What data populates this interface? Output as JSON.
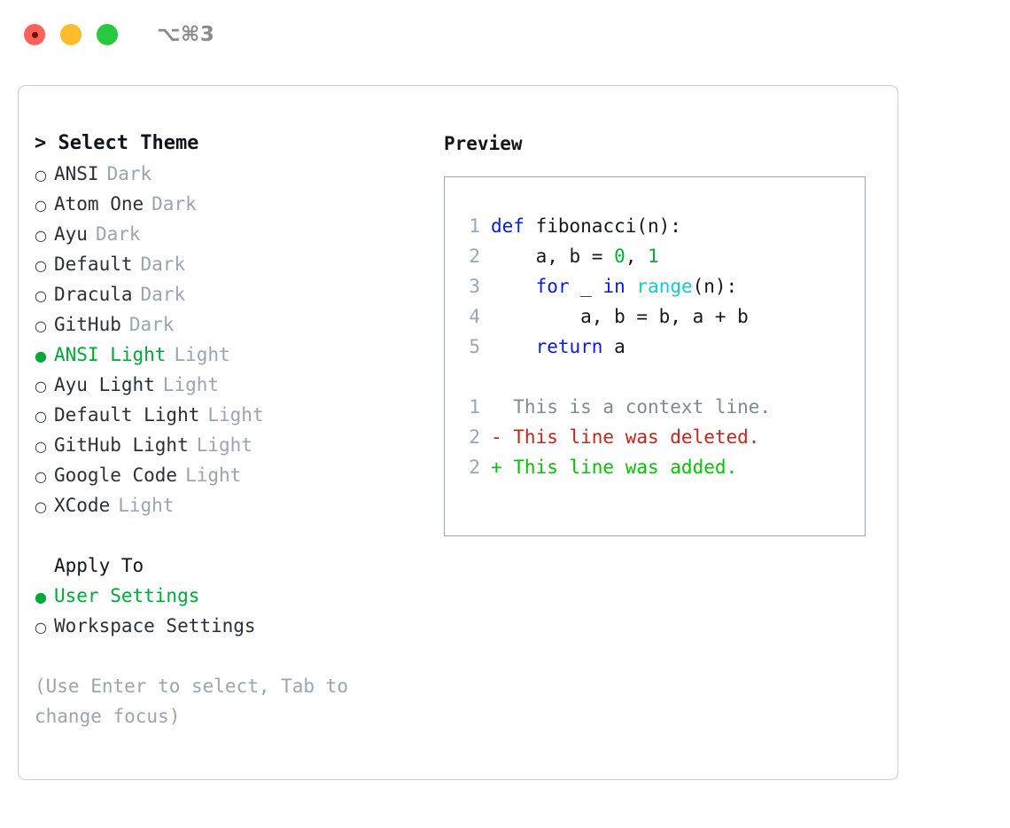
{
  "titlebar": {
    "lights": [
      "close-red",
      "minimize-yellow",
      "maximize-green"
    ],
    "shortcut": "⌥⌘3"
  },
  "theme_picker": {
    "header": "> Select Theme",
    "options": [
      {
        "bullet": "○",
        "label": "ANSI",
        "kind": "Dark",
        "selected": false
      },
      {
        "bullet": "○",
        "label": "Atom One",
        "kind": "Dark",
        "selected": false
      },
      {
        "bullet": "○",
        "label": "Ayu",
        "kind": "Dark",
        "selected": false
      },
      {
        "bullet": "○",
        "label": "Default",
        "kind": "Dark",
        "selected": false
      },
      {
        "bullet": "○",
        "label": "Dracula",
        "kind": "Dark",
        "selected": false
      },
      {
        "bullet": "○",
        "label": "GitHub",
        "kind": "Dark",
        "selected": false
      },
      {
        "bullet": "●",
        "label": "ANSI Light",
        "kind": "Light",
        "selected": true
      },
      {
        "bullet": "○",
        "label": "Ayu Light",
        "kind": "Light",
        "selected": false
      },
      {
        "bullet": "○",
        "label": "Default Light",
        "kind": "Light",
        "selected": false
      },
      {
        "bullet": "○",
        "label": "GitHub Light",
        "kind": "Light",
        "selected": false
      },
      {
        "bullet": "○",
        "label": "Google Code",
        "kind": "Light",
        "selected": false
      },
      {
        "bullet": "○",
        "label": "XCode",
        "kind": "Light",
        "selected": false
      }
    ]
  },
  "apply_to": {
    "header": "Apply To",
    "options": [
      {
        "bullet": "●",
        "label": "User Settings",
        "selected": true
      },
      {
        "bullet": "○",
        "label": "Workspace Settings",
        "selected": false
      }
    ]
  },
  "hint": "(Use Enter to select, Tab to change focus)",
  "preview": {
    "title": "Preview",
    "code_lines": [
      {
        "num": "1",
        "tokens": [
          {
            "t": "def",
            "c": "kw"
          },
          {
            "t": " fibonacci(n):",
            "c": "plain"
          }
        ]
      },
      {
        "num": "2",
        "tokens": [
          {
            "t": "    a, b = ",
            "c": "plain"
          },
          {
            "t": "0",
            "c": "num"
          },
          {
            "t": ", ",
            "c": "plain"
          },
          {
            "t": "1",
            "c": "num"
          }
        ]
      },
      {
        "num": "3",
        "tokens": [
          {
            "t": "    ",
            "c": "plain"
          },
          {
            "t": "for",
            "c": "kw"
          },
          {
            "t": " _ ",
            "c": "plain"
          },
          {
            "t": "in",
            "c": "kw"
          },
          {
            "t": " ",
            "c": "plain"
          },
          {
            "t": "range",
            "c": "fn"
          },
          {
            "t": "(n):",
            "c": "plain"
          }
        ]
      },
      {
        "num": "4",
        "tokens": [
          {
            "t": "        a, b = b, a + b",
            "c": "plain"
          }
        ]
      },
      {
        "num": "5",
        "tokens": [
          {
            "t": "    ",
            "c": "plain"
          },
          {
            "t": "return",
            "c": "kw"
          },
          {
            "t": " a",
            "c": "plain"
          }
        ]
      }
    ],
    "diff_lines": [
      {
        "num": "1",
        "text": "  This is a context line.",
        "kind": "ctx"
      },
      {
        "num": "2",
        "text": "- This line was deleted.",
        "kind": "del"
      },
      {
        "num": "2",
        "text": "+ This line was added.",
        "kind": "add"
      }
    ]
  },
  "colors": {
    "accent_green": "#00a838",
    "muted": "#9aa5b1",
    "keyword_blue": "#0b19e8",
    "function_cyan": "#0ecfd0",
    "number_green": "#00b32c",
    "diff_delete": "#cb2318",
    "diff_add": "#00c400",
    "card_border": "#c9cdd4",
    "preview_border": "#9aa5b1"
  }
}
